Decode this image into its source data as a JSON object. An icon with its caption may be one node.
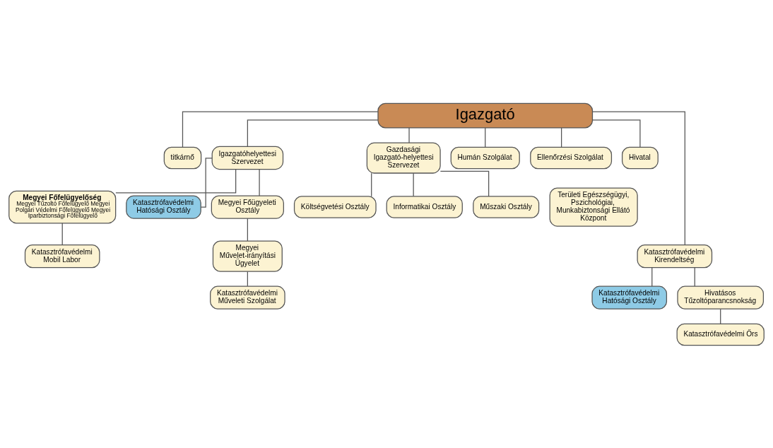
{
  "diagram": {
    "nodes": [
      {
        "text": [
          "Igazgató"
        ]
      },
      {
        "text": [
          "titkárnő"
        ]
      },
      {
        "text": [
          "Igazgatóhelyettesi Szervezet"
        ]
      },
      {
        "text": [
          "Gazdasági Igazgató-helyettesi Szervezet"
        ]
      },
      {
        "text": [
          "Humán Szolgálat"
        ]
      },
      {
        "text": [
          "Ellenőrzési Szolgálat"
        ]
      },
      {
        "text": [
          "Hivatal"
        ]
      },
      {
        "text": [
          "Megyei Főfelügyelőség",
          "Megyei Tűzoltó Főfelügyelő Megyei Polgári Védelmi Főfelügyelő Megyei Iparbiztonsági Főfelügyelő"
        ]
      },
      {
        "text": [
          "Költségvetési Osztály"
        ]
      },
      {
        "text": [
          "Területi Egészségügyi, Pszichológiai, Munkabiztonsági Ellátó Központ"
        ]
      },
      {
        "text": [
          "Informatikai Osztály"
        ]
      },
      {
        "text": [
          "Műszaki Osztály"
        ]
      },
      {
        "text": [
          "Katasztrófavédelmi Mobil Labor"
        ]
      },
      {
        "text": [
          "Katasztrófavédelmi Kirendeltség"
        ]
      },
      {
        "text": [
          "Katasztrófavédelmi Hatósági Osztály"
        ]
      },
      {
        "text": [
          "Katasztrófavédelmi Hatósági Osztály"
        ]
      },
      {
        "text": [
          "Megyei Főügyeleti Osztály"
        ]
      },
      {
        "text": [
          "Hivatásos Tűzoltóparancsnokság"
        ]
      },
      {
        "text": [
          "Megyei Művelet-irányítási Ügyelet"
        ]
      },
      {
        "text": [
          "Katasztrófavédelmi Műveleti Szolgálat"
        ]
      },
      {
        "text": [
          "Katasztrófavédelmi Őrs"
        ]
      }
    ],
    "edges": [
      {
        "from": 0,
        "to": 1,
        "arrow": "none"
      },
      {
        "from": 0,
        "to": 2,
        "arrow": "none"
      },
      {
        "from": 0,
        "to": 3,
        "arrow": "none"
      },
      {
        "from": 0,
        "to": 4,
        "arrow": "none"
      },
      {
        "from": 0,
        "to": 13,
        "arrow": "none"
      },
      {
        "from": 0,
        "to": 5,
        "arrow": "none"
      },
      {
        "from": 0,
        "to": 6,
        "arrow": "none"
      },
      {
        "from": 2,
        "to": 7,
        "arrow": "none"
      },
      {
        "from": 7,
        "to": 12,
        "arrow": "none"
      },
      {
        "from": 2,
        "to": 14,
        "arrow": "none"
      },
      {
        "from": 2,
        "to": 16,
        "arrow": "none"
      },
      {
        "from": 16,
        "to": 18,
        "arrow": "none"
      },
      {
        "from": 18,
        "to": 19,
        "arrow": "none"
      },
      {
        "from": 3,
        "to": 8,
        "arrow": "none"
      },
      {
        "from": 3,
        "to": 10,
        "arrow": "none"
      },
      {
        "from": 3,
        "to": 11,
        "arrow": "none"
      },
      {
        "from": 13,
        "to": 15,
        "arrow": "none"
      },
      {
        "from": 13,
        "to": 17,
        "arrow": "none"
      },
      {
        "from": 17,
        "to": 20,
        "arrow": "none"
      }
    ]
  }
}
